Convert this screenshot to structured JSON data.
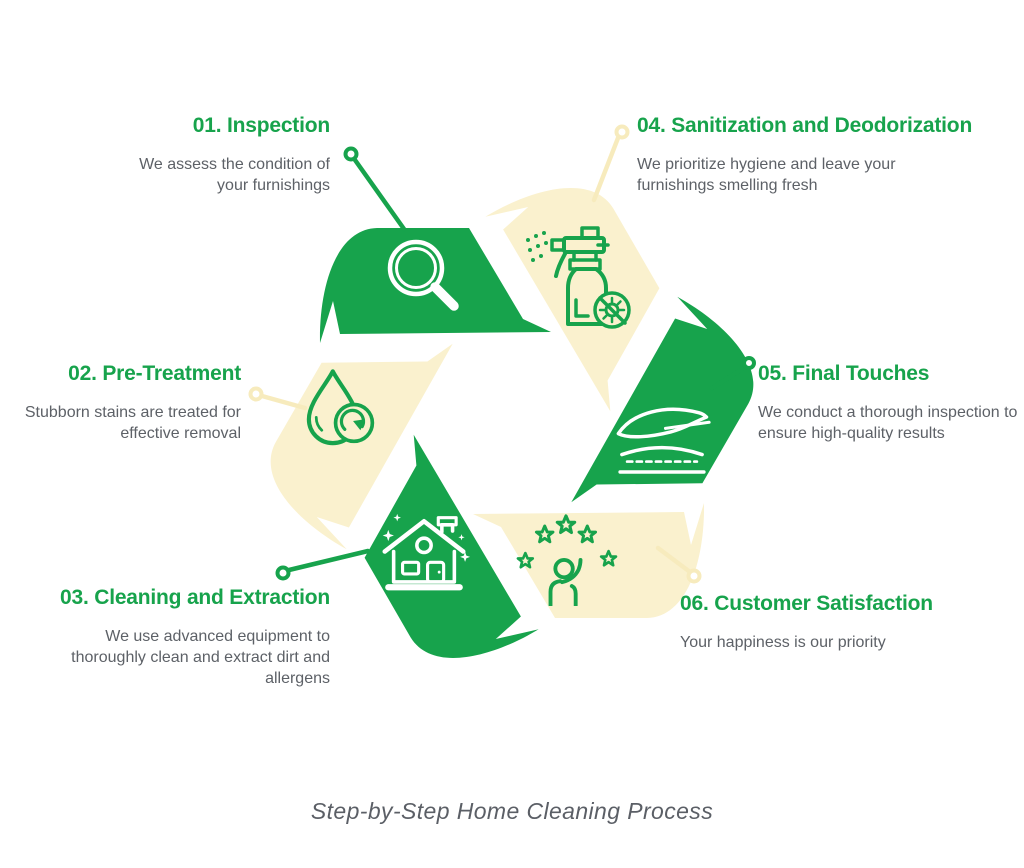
{
  "caption": "Step-by-Step Home Cleaning Process",
  "colors": {
    "green": "#17a34c",
    "cream": "#faf1ce",
    "cream_connector": "#f7ebbd",
    "heading": "#17a34c",
    "description_text": "#5d6167",
    "caption_text": "#5b5f66"
  },
  "steps": [
    {
      "number": "01",
      "label": "01. Inspection",
      "description": "We assess the condition of your furnishings",
      "icon": "magnifier-icon"
    },
    {
      "number": "02",
      "label": "02. Pre-Treatment",
      "description": "Stubborn stains are treated for effective removal",
      "icon": "water-drop-recycle-icon"
    },
    {
      "number": "03",
      "label": "03. Cleaning and Extraction",
      "description": "We use advanced equipment to thoroughly clean and extract dirt and allergens",
      "icon": "sparkling-house-icon"
    },
    {
      "number": "04",
      "label": "04. Sanitization and Deodorization",
      "description": "We prioritize hygiene and leave your furnishings smelling fresh",
      "icon": "spray-bottle-no-germs-icon"
    },
    {
      "number": "05",
      "label": "05. Final Touches",
      "description": "We conduct a thorough inspection to ensure high-quality results",
      "icon": "feather-surface-icon"
    },
    {
      "number": "06",
      "label": "06. Customer Satisfaction",
      "description": "Your happiness is our priority",
      "icon": "stars-person-icon"
    }
  ]
}
